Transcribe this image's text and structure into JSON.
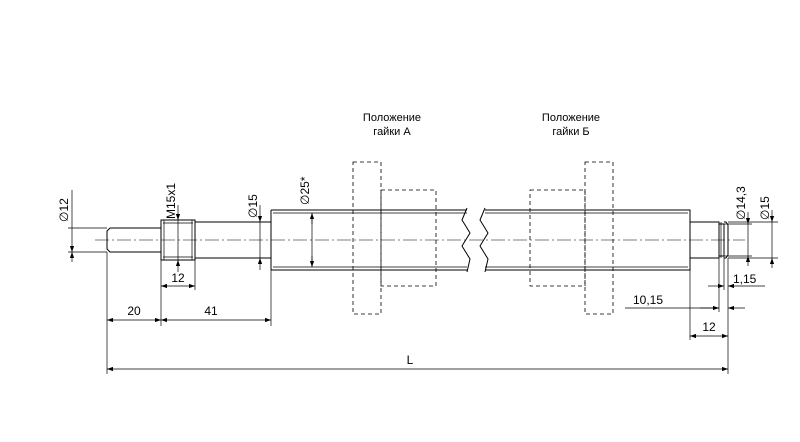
{
  "nut_positions": {
    "a_line1": "Положение",
    "a_line2": "гайки А",
    "b_line1": "Положение",
    "b_line2": "гайки Б"
  },
  "dimensions": {
    "d12": "12",
    "thread": "M15x1",
    "d15_left": "15",
    "d25": "25*",
    "d14_3": "14,3",
    "d15_right": "15",
    "len12_left": "12",
    "len20": "20",
    "len41": "41",
    "len1_15": "1,15",
    "len10_15": "10,15",
    "len12_right": "12",
    "total": "L"
  },
  "diameter_symbol": "∅"
}
